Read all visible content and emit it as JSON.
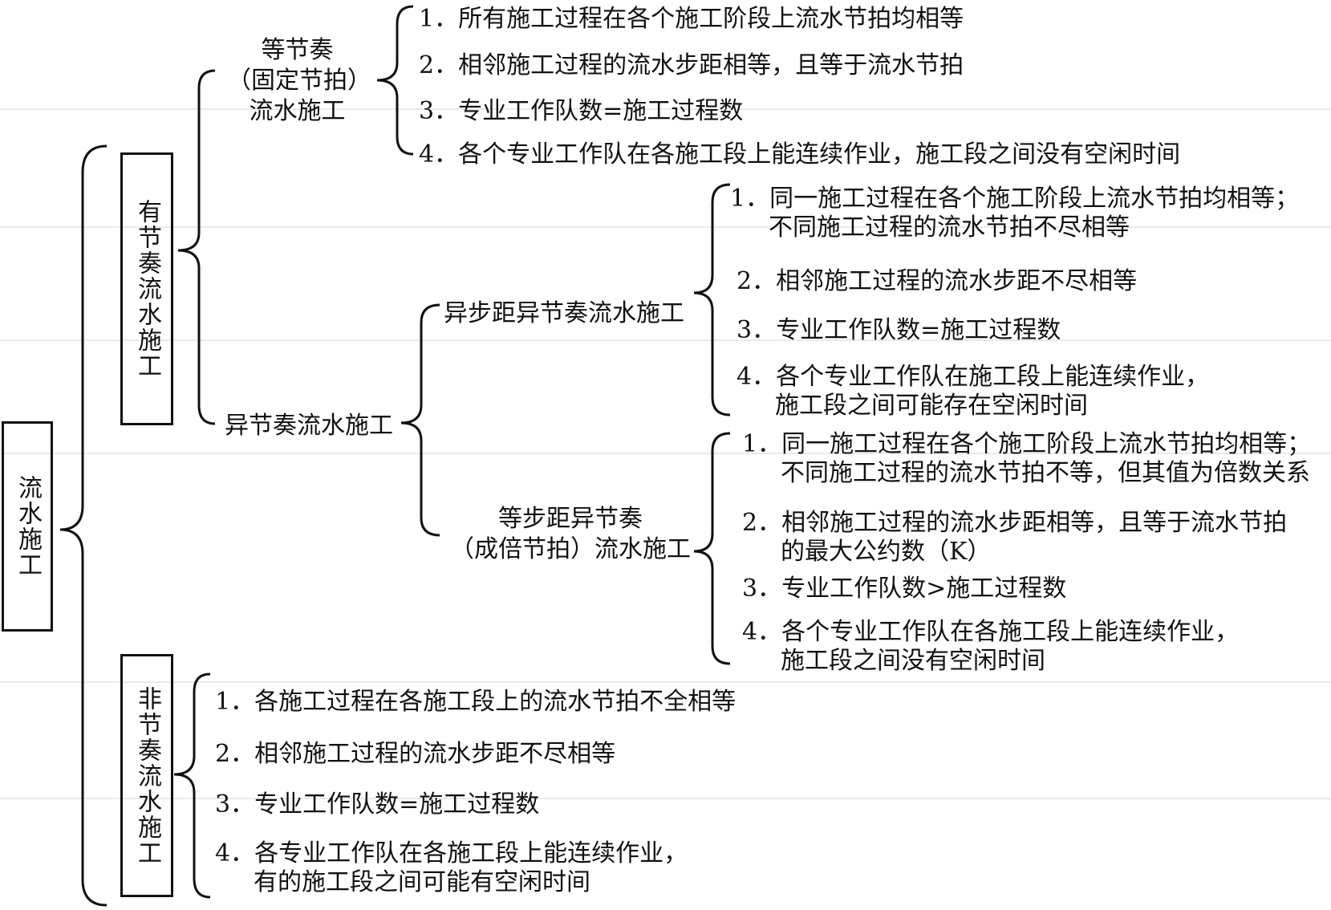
{
  "root": "流水施工",
  "rhythmic": {
    "label": "有节奏流水施工",
    "equal": {
      "label_lines": [
        "等节奏",
        "（固定节拍）",
        "流水施工"
      ],
      "items": [
        "1．所有施工过程在各个施工阶段上流水节拍均相等",
        "2．相邻施工过程的流水步距相等，且等于流水节拍",
        "3．专业工作队数=施工过程数",
        "4．各个专业工作队在各施工段上能连续作业，施工段之间没有空闲时间"
      ]
    },
    "unequal": {
      "label": "异节奏流水施工",
      "diff_step": {
        "label": "异步距异节奏流水施工",
        "items": [
          [
            "1．同一施工过程在各个施工阶段上流水节拍均相等；",
            "不同施工过程的流水节拍不尽相等"
          ],
          [
            "2．相邻施工过程的流水步距不尽相等"
          ],
          [
            "3．专业工作队数=施工过程数"
          ],
          [
            "4．各个专业工作队在施工段上能连续作业，",
            "施工段之间可能存在空闲时间"
          ]
        ]
      },
      "equal_step": {
        "label_lines": [
          "等步距异节奏",
          "（成倍节拍）流水施工"
        ],
        "items": [
          [
            "1．同一施工过程在各个施工阶段上流水节拍均相等；",
            "不同施工过程的流水节拍不等，但其值为倍数关系"
          ],
          [
            "2．相邻施工过程的流水步距相等，且等于流水节拍",
            "的最大公约数（K）"
          ],
          [
            "3．专业工作队数>施工过程数"
          ],
          [
            "4．各个专业工作队在各施工段上能连续作业，",
            "施工段之间没有空闲时间"
          ]
        ]
      }
    }
  },
  "non_rhythmic": {
    "label": "非节奏流水施工",
    "items": [
      [
        "1．各施工过程在各施工段上的流水节拍不全相等"
      ],
      [
        "2．相邻施工过程的流水步距不尽相等"
      ],
      [
        "3．专业工作队数=施工过程数"
      ],
      [
        "4．各专业工作队在各施工段上能连续作业，",
        "有的施工段之间可能有空闲时间"
      ]
    ]
  }
}
